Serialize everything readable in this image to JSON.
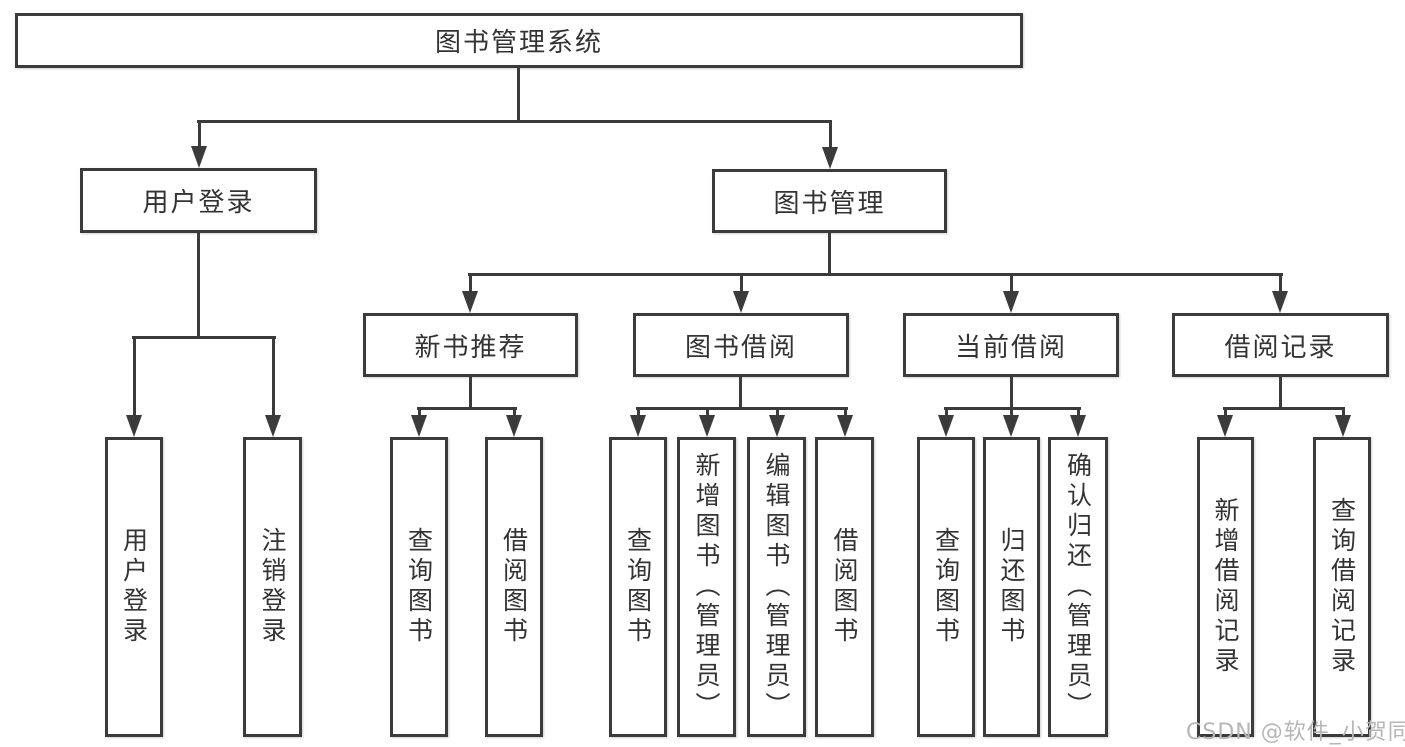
{
  "diagram": {
    "root": {
      "label": "图书管理系统"
    },
    "branches": [
      {
        "label": "用户登录",
        "children": [
          {
            "label": "用户登录"
          },
          {
            "label": "注销登录"
          }
        ]
      },
      {
        "label": "图书管理",
        "children": [
          {
            "label": "新书推荐",
            "children": [
              {
                "label": "查询图书"
              },
              {
                "label": "借阅图书"
              }
            ]
          },
          {
            "label": "图书借阅",
            "children": [
              {
                "label": "查询图书"
              },
              {
                "label": "新增图书（管理员）"
              },
              {
                "label": "编辑图书（管理员）"
              },
              {
                "label": "借阅图书"
              }
            ]
          },
          {
            "label": "当前借阅",
            "children": [
              {
                "label": "查询图书"
              },
              {
                "label": "归还图书"
              },
              {
                "label": "确认归还（管理员）"
              }
            ]
          },
          {
            "label": "借阅记录",
            "children": [
              {
                "label": "新增借阅记录"
              },
              {
                "label": "查询借阅记录"
              }
            ]
          }
        ]
      }
    ]
  },
  "watermark": {
    "text": "CSDN @软件_小贺同学"
  },
  "colors": {
    "line": "#3b3b3b",
    "text": "#333333",
    "background": "#ffffff",
    "watermark": "#b6b6b6"
  }
}
